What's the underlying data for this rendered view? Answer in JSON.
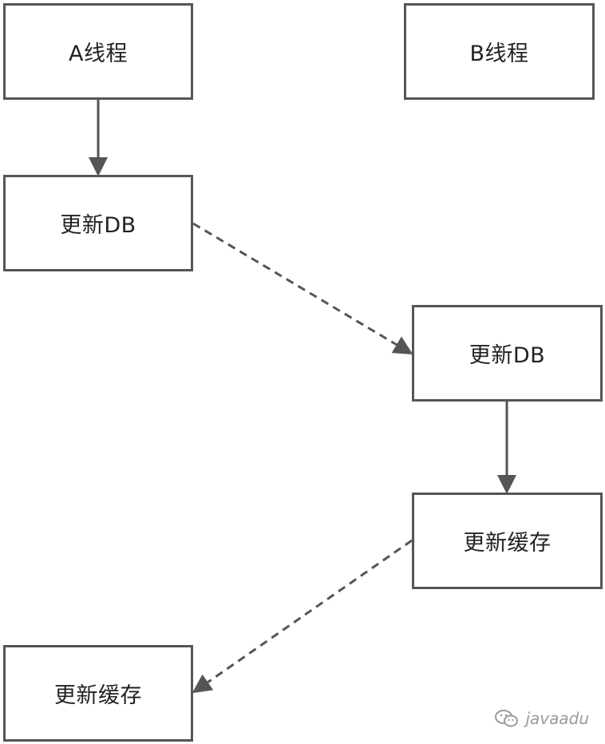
{
  "nodes": {
    "thread_a": "A线程",
    "thread_b": "B线程",
    "a_update_db": "更新DB",
    "b_update_db": "更新DB",
    "b_update_cache": "更新缓存",
    "a_update_cache": "更新缓存"
  },
  "watermark": {
    "text": "javaadu",
    "icon": "wechat-icon"
  },
  "colors": {
    "border": "#555555",
    "text": "#222222",
    "arrow": "#555555",
    "watermark": "#9a9a9a"
  }
}
